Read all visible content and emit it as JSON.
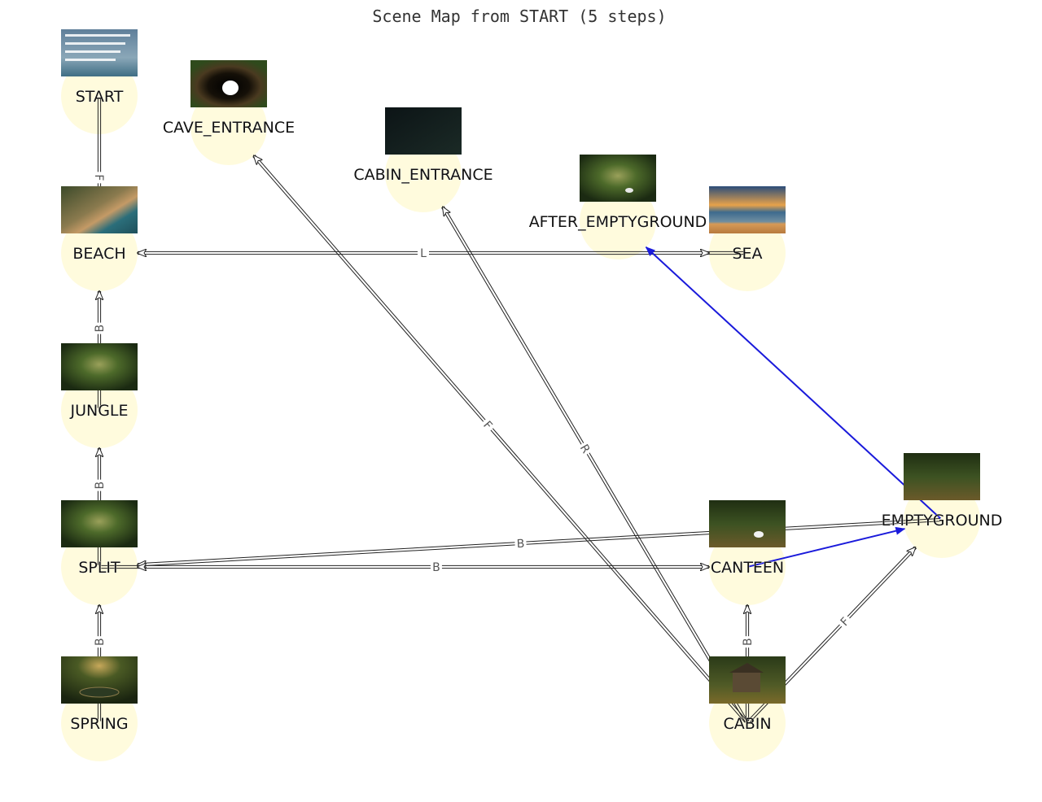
{
  "title": "Scene Map from START (5 steps)",
  "colors": {
    "node_fill": "#fffbdd",
    "edge": "#222222",
    "edge_highlight": "#1a1adb",
    "label": "#111111",
    "edge_label": "#555555"
  },
  "nodes": [
    {
      "id": "START",
      "label": "START",
      "thumbnail": "text-card-image"
    },
    {
      "id": "CAVE_ENTRANCE",
      "label": "CAVE_ENTRANCE",
      "thumbnail": "cave-image"
    },
    {
      "id": "CABIN_ENTRANCE",
      "label": "CABIN_ENTRANCE",
      "thumbnail": "dark-image"
    },
    {
      "id": "AFTER_EMPTYGROUND",
      "label": "AFTER_EMPTYGROUND",
      "thumbnail": "jungle-path-image"
    },
    {
      "id": "SEA",
      "label": "SEA",
      "thumbnail": "sunset-sea-image"
    },
    {
      "id": "BEACH",
      "label": "BEACH",
      "thumbnail": "beach-image"
    },
    {
      "id": "JUNGLE",
      "label": "JUNGLE",
      "thumbnail": "jungle-image"
    },
    {
      "id": "SPLIT",
      "label": "SPLIT",
      "thumbnail": "jungle-split-image"
    },
    {
      "id": "SPRING",
      "label": "SPRING",
      "thumbnail": "spring-image"
    },
    {
      "id": "CANTEEN",
      "label": "CANTEEN",
      "thumbnail": "jungle-egg-image"
    },
    {
      "id": "EMPTYGROUND",
      "label": "EMPTYGROUND",
      "thumbnail": "jungle-clearing-image"
    },
    {
      "id": "CABIN",
      "label": "CABIN",
      "thumbnail": "cabin-image"
    }
  ],
  "edges": [
    {
      "from": "START",
      "to": "BEACH",
      "label": "F",
      "highlight": false,
      "double": false
    },
    {
      "from": "SEA",
      "to": "BEACH",
      "label": "L",
      "highlight": false,
      "double": true
    },
    {
      "from": "JUNGLE",
      "to": "BEACH",
      "label": "B",
      "highlight": false,
      "double": false
    },
    {
      "from": "SPLIT",
      "to": "JUNGLE",
      "label": "B",
      "highlight": false,
      "double": false
    },
    {
      "from": "SPRING",
      "to": "SPLIT",
      "label": "B",
      "highlight": false,
      "double": false
    },
    {
      "from": "EMPTYGROUND",
      "to": "SPLIT",
      "label": "B",
      "highlight": false,
      "double": false
    },
    {
      "from": "SPLIT",
      "to": "CANTEEN",
      "label": "B",
      "highlight": false,
      "double": true
    },
    {
      "from": "CABIN",
      "to": "CANTEEN",
      "label": "B",
      "highlight": false,
      "double": false
    },
    {
      "from": "CABIN",
      "to": "CAVE_ENTRANCE",
      "label": "F",
      "highlight": false,
      "double": false
    },
    {
      "from": "CABIN",
      "to": "CABIN_ENTRANCE",
      "label": "R",
      "highlight": false,
      "double": false
    },
    {
      "from": "CABIN",
      "to": "EMPTYGROUND",
      "label": "F",
      "highlight": false,
      "double": false
    },
    {
      "from": "CANTEEN",
      "to": "EMPTYGROUND",
      "label": "",
      "highlight": true,
      "double": false
    },
    {
      "from": "EMPTYGROUND",
      "to": "AFTER_EMPTYGROUND",
      "label": "",
      "highlight": true,
      "double": false
    }
  ]
}
